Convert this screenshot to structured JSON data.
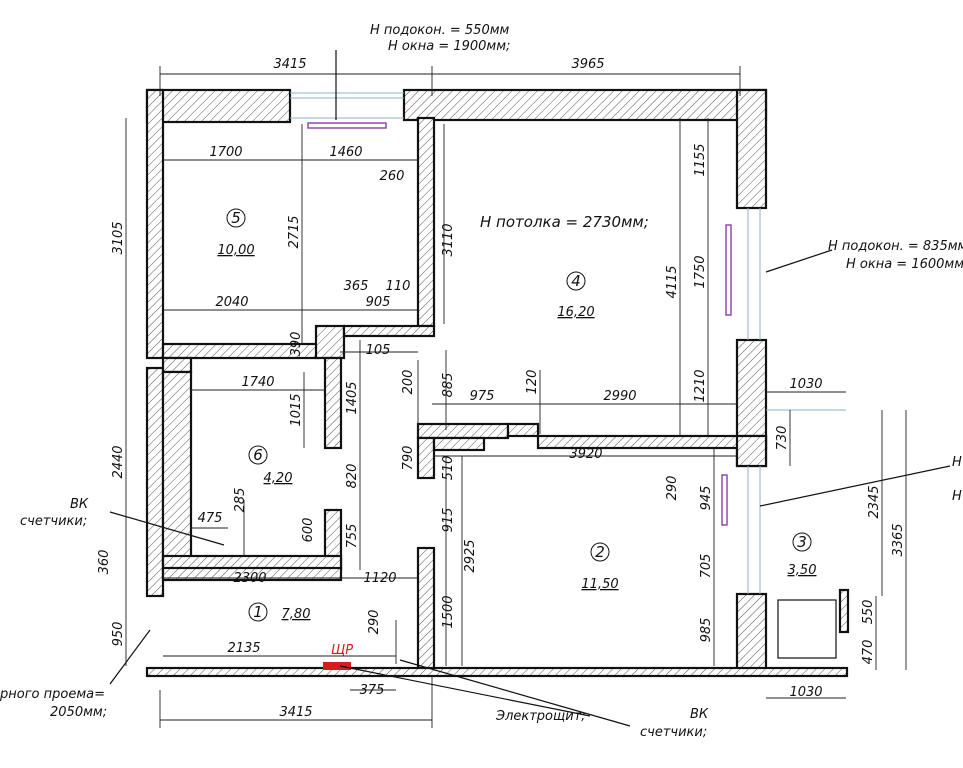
{
  "dims_top": [
    "3415",
    "3965"
  ],
  "dims_bottom": [
    "3415",
    "1030",
    "375"
  ],
  "dims_left": [
    "3105",
    "2440",
    "360",
    "950"
  ],
  "dims_right": [
    "2345",
    "3365",
    "550",
    "470"
  ],
  "room5": {
    "number": "5",
    "area": "10,00",
    "dims": [
      "1700",
      "1460",
      "260",
      "2715",
      "2040",
      "365",
      "905",
      "110"
    ]
  },
  "room4": {
    "number": "4",
    "area": "16,20",
    "ceiling": "H потолка = 2730мм;",
    "dims": [
      "3110",
      "4115",
      "1155",
      "1750",
      "1210",
      "885",
      "975",
      "120",
      "2990"
    ]
  },
  "room6": {
    "number": "6",
    "area": "4,20",
    "dims": [
      "1740",
      "1015",
      "1405",
      "105",
      "390",
      "200",
      "820",
      "790",
      "755",
      "600",
      "285",
      "475"
    ]
  },
  "room2": {
    "number": "2",
    "area": "11,50",
    "dims": [
      "3920",
      "510",
      "915",
      "2925",
      "1500",
      "290",
      "945",
      "705",
      "985"
    ]
  },
  "room3": {
    "number": "3",
    "area": "3,50",
    "dims": [
      "1030",
      "730"
    ]
  },
  "room1": {
    "number": "1",
    "area": "7,80",
    "dims": [
      "2300",
      "1120",
      "2135",
      "290"
    ]
  },
  "notes": {
    "window_top_sill": "H подокон. = 550мм",
    "window_top_height": "H окна = 1900мм;",
    "window_right_sill": "H подокон. = 835мм",
    "window_right_height": "H окна = 1600мм;",
    "cut_right_a": "H",
    "cut_right_b": "H",
    "vk_left_line1": "ВК",
    "vk_left_line2": "счетчики;",
    "door_note_line1": "рного проема=",
    "door_note_line2": "2050мм;",
    "electro": "Электрощит;",
    "vk_bottom_line1": "ВК",
    "vk_bottom_line2": "счетчики;",
    "panel_label": "ЩР"
  },
  "colors": {
    "wall": "#111111",
    "panel": "#d81b1b",
    "window_sash": "#8a3fa8"
  }
}
